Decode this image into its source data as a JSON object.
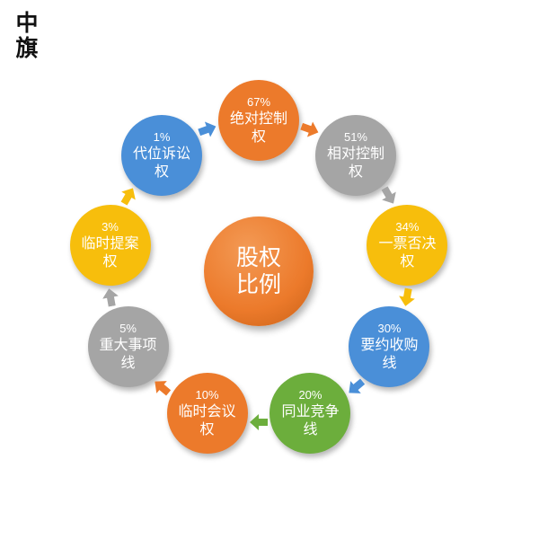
{
  "logo": {
    "line1": "中",
    "line2": "旗"
  },
  "center": {
    "label": "股权比例",
    "color": "#ec7a2b"
  },
  "nodes": [
    {
      "pct": "67%",
      "label": "绝对控制权",
      "color": "#ec7a2b"
    },
    {
      "pct": "51%",
      "label": "相对控制权",
      "color": "#a5a5a5"
    },
    {
      "pct": "34%",
      "label": "一票否决权",
      "color": "#f7be0c"
    },
    {
      "pct": "30%",
      "label": "要约收购线",
      "color": "#4a8fd8"
    },
    {
      "pct": "20%",
      "label": "同业竞争线",
      "color": "#6cae3c"
    },
    {
      "pct": "10%",
      "label": "临时会议权",
      "color": "#ec7a2b"
    },
    {
      "pct": "5%",
      "label": "重大事项线",
      "color": "#a5a5a5"
    },
    {
      "pct": "3%",
      "label": "临时提案权",
      "color": "#f7be0c"
    },
    {
      "pct": "1%",
      "label": "代位诉讼权",
      "color": "#4a8fd8"
    }
  ],
  "arrows": [
    {
      "color": "#ec7a2b"
    },
    {
      "color": "#a5a5a5"
    },
    {
      "color": "#f7be0c"
    },
    {
      "color": "#4a8fd8"
    },
    {
      "color": "#6cae3c"
    },
    {
      "color": "#ec7a2b"
    },
    {
      "color": "#a5a5a5"
    },
    {
      "color": "#f7be0c"
    },
    {
      "color": "#4a8fd8"
    }
  ]
}
